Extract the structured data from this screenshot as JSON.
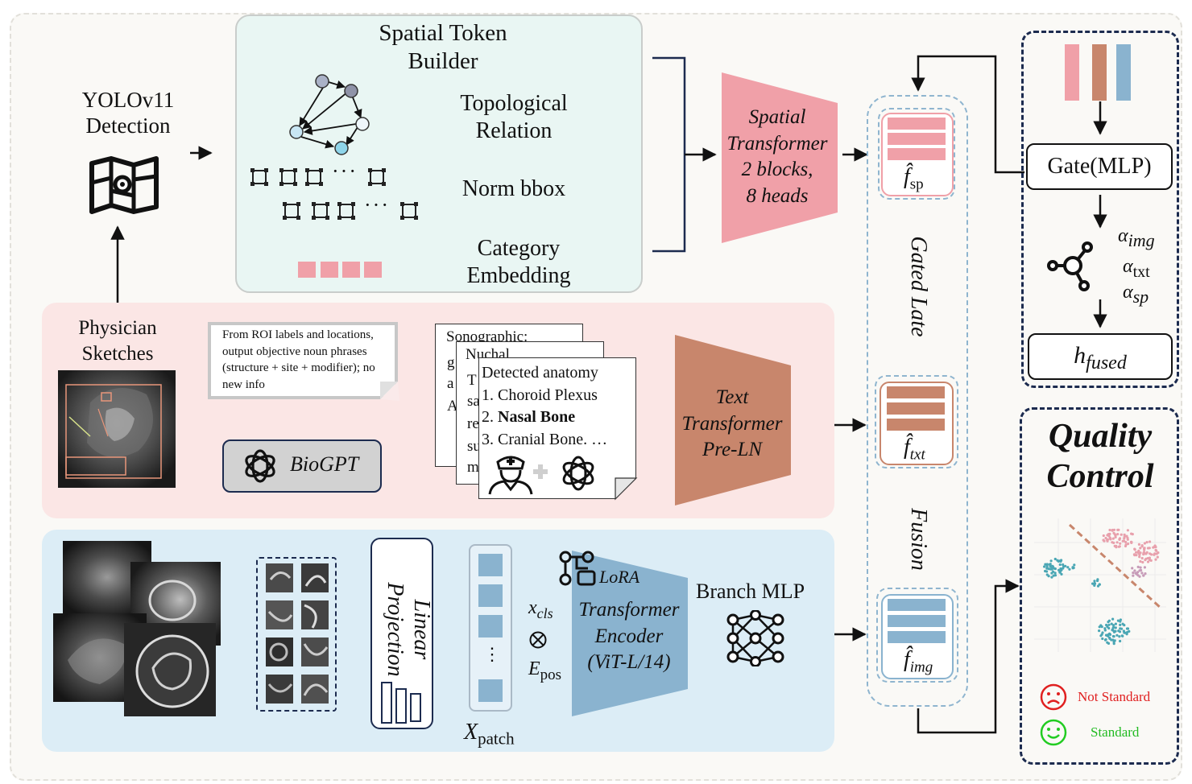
{
  "yolo": {
    "title": "YOLOv11\nDetection",
    "icon": "map-icon"
  },
  "physician": {
    "label": "Physician\nSketches"
  },
  "spatial_builder": {
    "title": "Spatial Token\nBuilder",
    "topological": "Topological\nRelation",
    "norm_bbox": "Norm bbox",
    "category": "Category\nEmbedding",
    "dots": "···"
  },
  "spatial_transformer": {
    "label": "Spatial\nTransformer\n2 blocks,\n8 heads"
  },
  "prompt_note": {
    "text": "From ROI labels and locations, output objective noun phrases (structure + site + modifier); no new info"
  },
  "biogpt": {
    "label": "BioGPT"
  },
  "docs": {
    "back1": "Sonographic:",
    "back1_side": [
      "g",
      "a",
      "A"
    ],
    "back2": "Nuchal",
    "back2_side": [
      "T",
      "sa",
      "re",
      "su",
      "m"
    ],
    "front_title": "Detected anatomy",
    "items": [
      {
        "num": "1. ",
        "text": "Choroid Plexus"
      },
      {
        "num": "2. ",
        "text": "Nasal Bone"
      },
      {
        "num": "3. ",
        "text": "Cranial Bone. …"
      }
    ]
  },
  "text_transformer": {
    "label": "Text\nTransformer\nPre-LN"
  },
  "linear_projection": {
    "label": "Linear\nProjection"
  },
  "patch": {
    "x": "X",
    "sub": "patch",
    "dots": "⋮"
  },
  "x_cls": {
    "x": "x",
    "sub": "cls"
  },
  "e_pos": {
    "x": "E",
    "sub": "pos"
  },
  "lora": {
    "label": "LoRA"
  },
  "vit": {
    "label": "Transformer\nEncoder\n(ViT-L/14)"
  },
  "branch_mlp": {
    "label": "Branch MLP"
  },
  "features": {
    "sp": {
      "f": "f̂",
      "sub": "sp"
    },
    "txt": {
      "f": "f̂",
      "sub": "txt"
    },
    "img": {
      "f": "f̂",
      "sub": "img"
    }
  },
  "fusion": {
    "gated_late": "Gated Late",
    "fusion": "Fusion"
  },
  "gate": {
    "label": "Gate(MLP)",
    "alphas": [
      {
        "a": "α",
        "sub": "img"
      },
      {
        "a": "α",
        "sub": "txt"
      },
      {
        "a": "α",
        "sub": "sp"
      }
    ],
    "fused": {
      "h": "h",
      "sub": "fused"
    }
  },
  "quality": {
    "title": "Quality\nControl",
    "not_standard": "Not Standard",
    "standard": "Standard"
  },
  "colors": {
    "pink": "#f0a0a8",
    "tan": "#c8866c",
    "blue": "#8ab3cf",
    "green_panel": "#e9f6f3",
    "pink_panel": "#fbe6e5",
    "blue_panel": "#dcedf6",
    "dashed_blue": "#8fb5cf",
    "navy": "#1c2b4f"
  }
}
